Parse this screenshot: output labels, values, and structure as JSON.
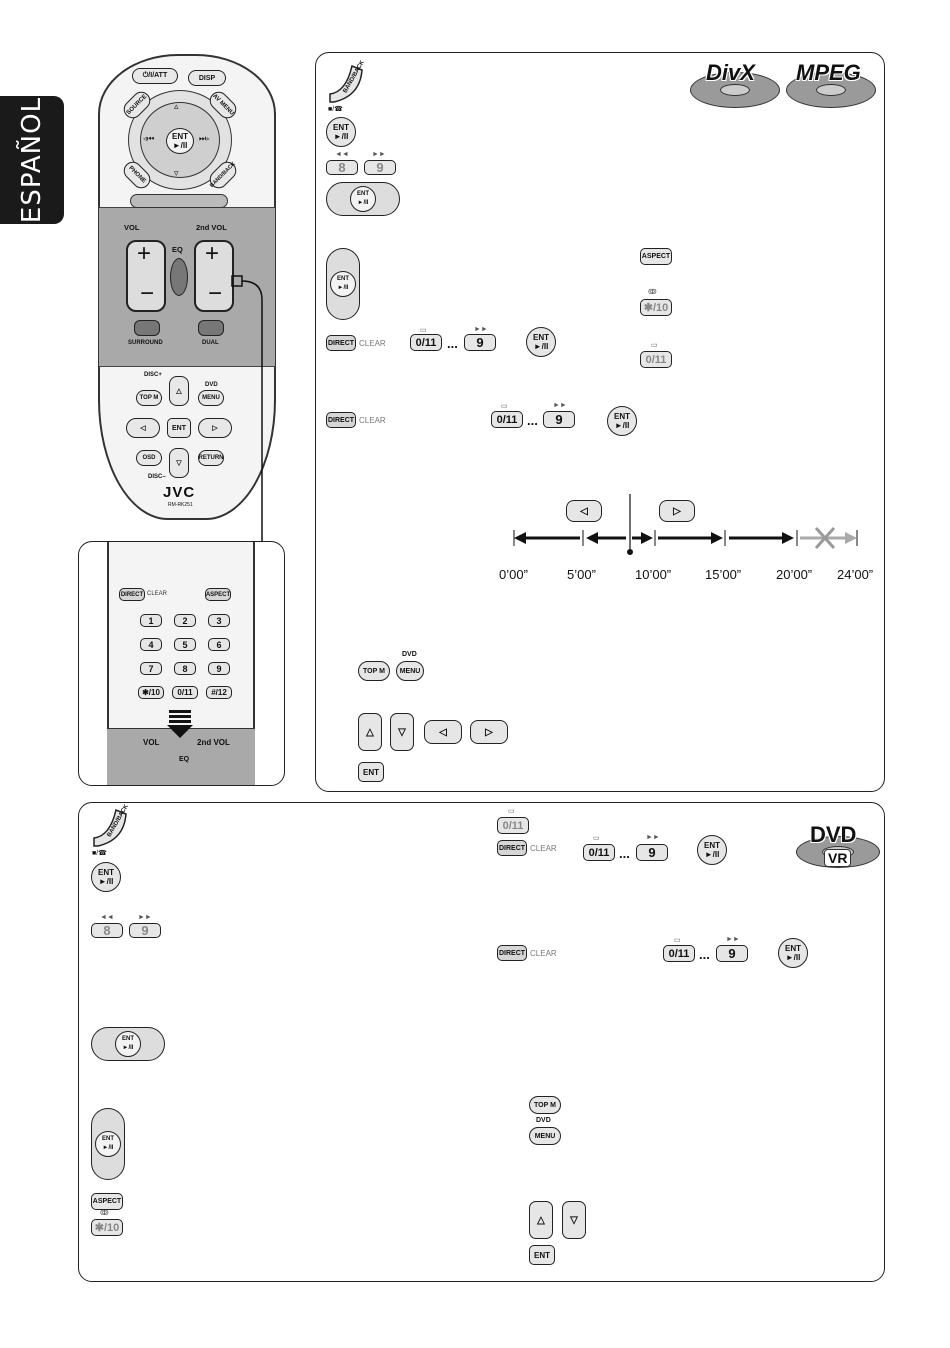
{
  "side_tab": {
    "label": "ESPAÑOL"
  },
  "remote": {
    "top_buttons": [
      "⏻/I/ATT",
      "DISP"
    ],
    "ring_buttons": [
      "SOURCE",
      "AV MENU",
      "PHONE",
      "BAND/BACK"
    ],
    "ent_label": "ENT",
    "play_label": "►/II",
    "vol_label": "VOL",
    "vol2_label": "2nd VOL",
    "eq_label": "EQ",
    "surround_label": "SURROUND",
    "dual_label": "DUAL",
    "disc_plus": "DISC+",
    "disc_minus": "DISC–",
    "dvd_label": "DVD",
    "top_m": "TOP M",
    "menu": "MENU",
    "osd": "OSD",
    "return": "RETURN",
    "brand": "JVC",
    "model": "RM-RK251"
  },
  "inset_remote": {
    "direct": "DIRECT",
    "clear": "CLEAR",
    "aspect": "ASPECT",
    "keys": [
      "1",
      "2",
      "3",
      "4",
      "5",
      "6",
      "7",
      "8",
      "9",
      "✱/10",
      "0/11",
      "#/12"
    ],
    "vol": "VOL",
    "vol2": "2nd VOL",
    "eq": "EQ"
  },
  "top_panel": {
    "logos": [
      "DivX",
      "MPEG"
    ],
    "band_back": "BAND/BACK",
    "ent": "ENT",
    "play": "►/II",
    "key_8": "8",
    "key_9": "9",
    "aspect": "ASPECT",
    "star10": "✱/10",
    "zero11": "0/11",
    "direct": "DIRECT",
    "clear": "CLEAR",
    "ellipsis": "...",
    "top_m": "TOP M",
    "dvd": "DVD",
    "menu": "MENU",
    "ent_plain": "ENT",
    "timeline": {
      "ticks": [
        "0’00”",
        "5’00”",
        "10’00”",
        "15’00”",
        "20’00”",
        "24’00”"
      ]
    }
  },
  "bottom_panel": {
    "logo_top": "DVD",
    "logo_bottom": "VR",
    "band_back": "BAND/BACK",
    "ent": "ENT",
    "play": "►/II",
    "key_8": "8",
    "key_9": "9",
    "aspect": "ASPECT",
    "star10": "✱/10",
    "zero11": "0/11",
    "direct": "DIRECT",
    "clear": "CLEAR",
    "ellipsis": "...",
    "top_m": "TOP M",
    "dvd": "DVD",
    "menu": "MENU",
    "ent_plain": "ENT"
  }
}
